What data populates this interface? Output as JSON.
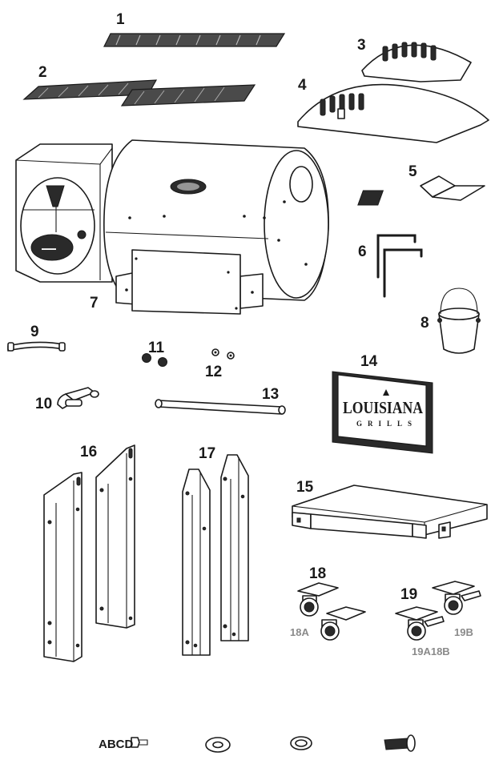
{
  "part_numbers": [
    "1",
    "2",
    "3",
    "4",
    "5",
    "6",
    "7",
    "8",
    "9",
    "10",
    "11",
    "12",
    "13",
    "14",
    "15",
    "16",
    "17",
    "18",
    "19"
  ],
  "sub_labels": {
    "p18a": "18A",
    "p19b": "19B",
    "p19a18b": "19A18B"
  },
  "emblem": {
    "line1": "LOUISIANA",
    "line2": "GRILLS"
  },
  "hardware_label": "ABCD"
}
